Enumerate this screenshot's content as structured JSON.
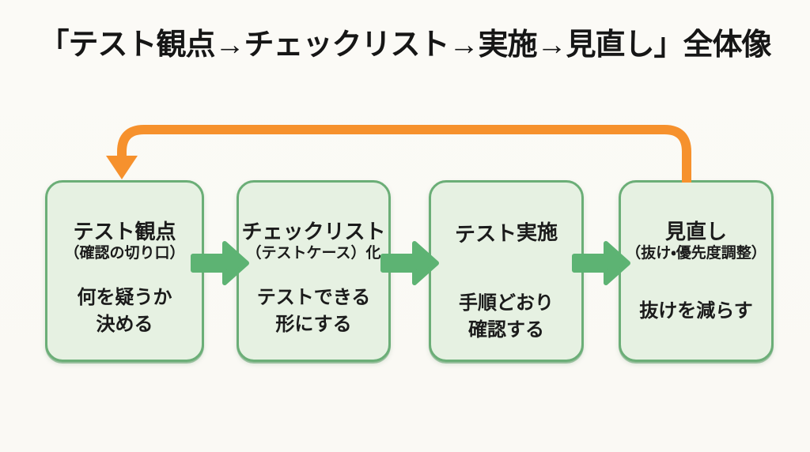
{
  "page": {
    "title": "「テスト観点→チェックリスト→実施→見直し」全体像"
  },
  "colors": {
    "background": "#fbfaf6",
    "box_fill": "#e6f1e2",
    "box_border": "#6bae77",
    "flow_arrow_green": "#5db373",
    "feedback_arrow_orange": "#f6912d",
    "text": "#1b1b1b"
  },
  "flow": {
    "steps": [
      {
        "title": "テスト観点",
        "subtitle": "（確認の切り口）",
        "body": "何を疑うか\n決める"
      },
      {
        "title": "チェックリスト",
        "subtitle": "（テストケース）化",
        "body": "テストできる\n形にする"
      },
      {
        "title": "テスト実施",
        "subtitle": "",
        "body": "手順どおり\n確認する"
      },
      {
        "title": "見直し",
        "subtitle": "（抜け・優先度調整）",
        "body": "抜けを減らす"
      }
    ],
    "connector_icon": "flow-arrow-right-icon",
    "feedback_icon": "feedback-loop-arrow-icon"
  }
}
